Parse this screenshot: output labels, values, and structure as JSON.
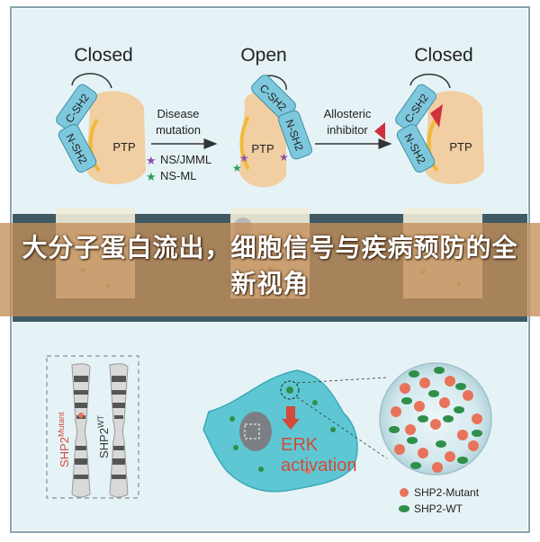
{
  "banner": {
    "headline": "大分子蛋白流出，细胞信号与疾病预防的全新视角"
  },
  "top_panel": {
    "states": [
      "Closed",
      "Open",
      "Closed"
    ],
    "domain_labels": {
      "c_sh2": "C-SH2",
      "n_sh2": "N-SH2",
      "ptp": "PTP"
    },
    "arrow1": {
      "line1": "Disease",
      "line2": "mutation"
    },
    "arrow2": {
      "line1": "Allosteric",
      "line2": "inhibitor"
    },
    "mutation_legend": [
      {
        "label": "NS/JMML",
        "color": "#8e4fa6"
      },
      {
        "label": "NS-ML",
        "color": "#2e9a5a"
      }
    ]
  },
  "bottom_panel": {
    "chromosome_mutant": {
      "name": "SHP2",
      "sup": "Mutant"
    },
    "chromosome_wt": {
      "name": "SHP2",
      "sup": "WT"
    },
    "erk": {
      "line1": "ERK",
      "line2": "activation"
    },
    "legend": [
      {
        "label": "SHP2-Mutant",
        "color": "#e8735a"
      },
      {
        "label": "SHP2-WT",
        "color": "#2f8f4a"
      }
    ]
  },
  "colors": {
    "panel_bg": "#e6f3f6",
    "cell": "#5ec7d3",
    "ptp": "#f1cfa3",
    "sh2": "#7ec8dd",
    "red_text": "#d34a3a",
    "banner": "#c48e58"
  }
}
